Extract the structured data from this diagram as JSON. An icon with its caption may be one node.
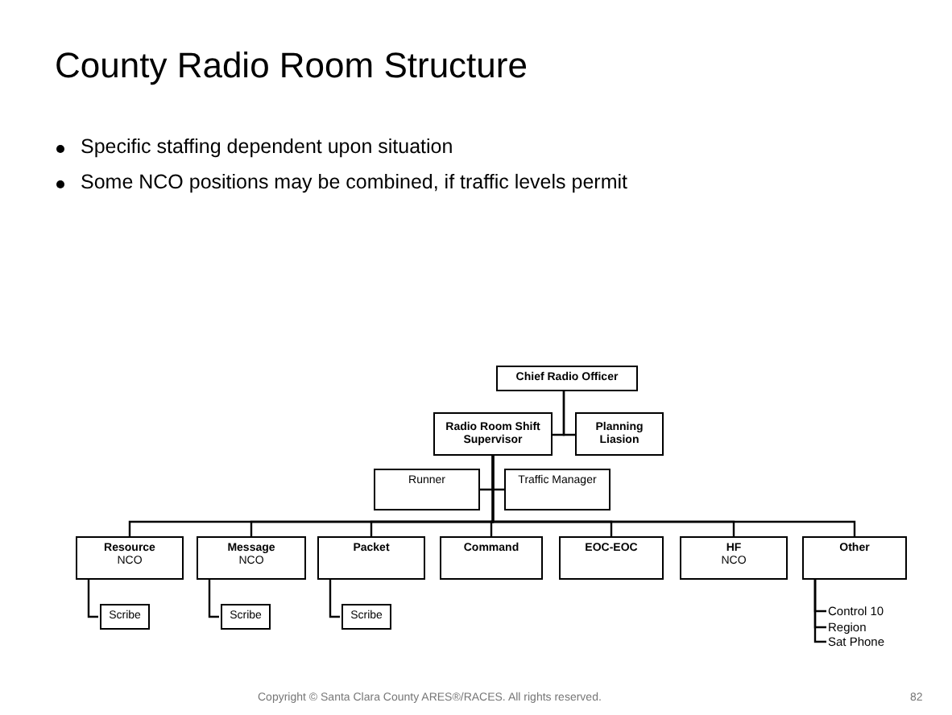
{
  "diagram": {
    "title": "County Radio Room Structure",
    "nodes": [
      {
        "text": [
          "Chief Radio Officer"
        ]
      },
      {
        "text": [
          "Radio Room Shift Supervisor"
        ]
      },
      {
        "text": [
          "Planning Liasion"
        ]
      },
      {
        "text": [
          "Runner"
        ]
      },
      {
        "text": [
          "Traffic Manager"
        ]
      },
      {
        "text": [
          "Resource",
          "NCO"
        ]
      },
      {
        "text": [
          "Message",
          "NCO"
        ]
      },
      {
        "text": [
          "Packet"
        ]
      },
      {
        "text": [
          "Command"
        ]
      },
      {
        "text": [
          "EOC-EOC"
        ]
      },
      {
        "text": [
          "HF",
          "NCO"
        ]
      },
      {
        "text": [
          "Other"
        ]
      },
      {
        "text": [
          "Scribe"
        ]
      },
      {
        "text": [
          "Scribe"
        ]
      },
      {
        "text": [
          "Scribe"
        ]
      },
      {
        "text": [
          "Control 10"
        ]
      },
      {
        "text": [
          "Region"
        ]
      },
      {
        "text": [
          "Sat Phone"
        ]
      }
    ],
    "edges": [
      {
        "from": 0,
        "to": 1,
        "arrow": "none"
      },
      {
        "from": 0,
        "to": 2,
        "arrow": "none"
      },
      {
        "from": 1,
        "to": 3,
        "arrow": "none"
      },
      {
        "from": 1,
        "to": 4,
        "arrow": "none"
      },
      {
        "from": 1,
        "to": 5,
        "arrow": "none"
      },
      {
        "from": 1,
        "to": 6,
        "arrow": "none"
      },
      {
        "from": 1,
        "to": 7,
        "arrow": "none"
      },
      {
        "from": 1,
        "to": 8,
        "arrow": "none"
      },
      {
        "from": 1,
        "to": 9,
        "arrow": "none"
      },
      {
        "from": 1,
        "to": 10,
        "arrow": "none"
      },
      {
        "from": 1,
        "to": 11,
        "arrow": "none"
      },
      {
        "from": 5,
        "to": 12,
        "arrow": "none"
      },
      {
        "from": 6,
        "to": 13,
        "arrow": "none"
      },
      {
        "from": 7,
        "to": 14,
        "arrow": "none"
      },
      {
        "from": 11,
        "to": 15,
        "arrow": "none"
      },
      {
        "from": 11,
        "to": 16,
        "arrow": "none"
      },
      {
        "from": 11,
        "to": 17,
        "arrow": "none"
      }
    ],
    "labels": [
      "Specific staffing dependent upon situation",
      "Some NCO positions may be combined, if traffic levels permit",
      "Copyright © Santa Clara County ARES®/RACES.  All rights reserved.",
      "82"
    ]
  }
}
